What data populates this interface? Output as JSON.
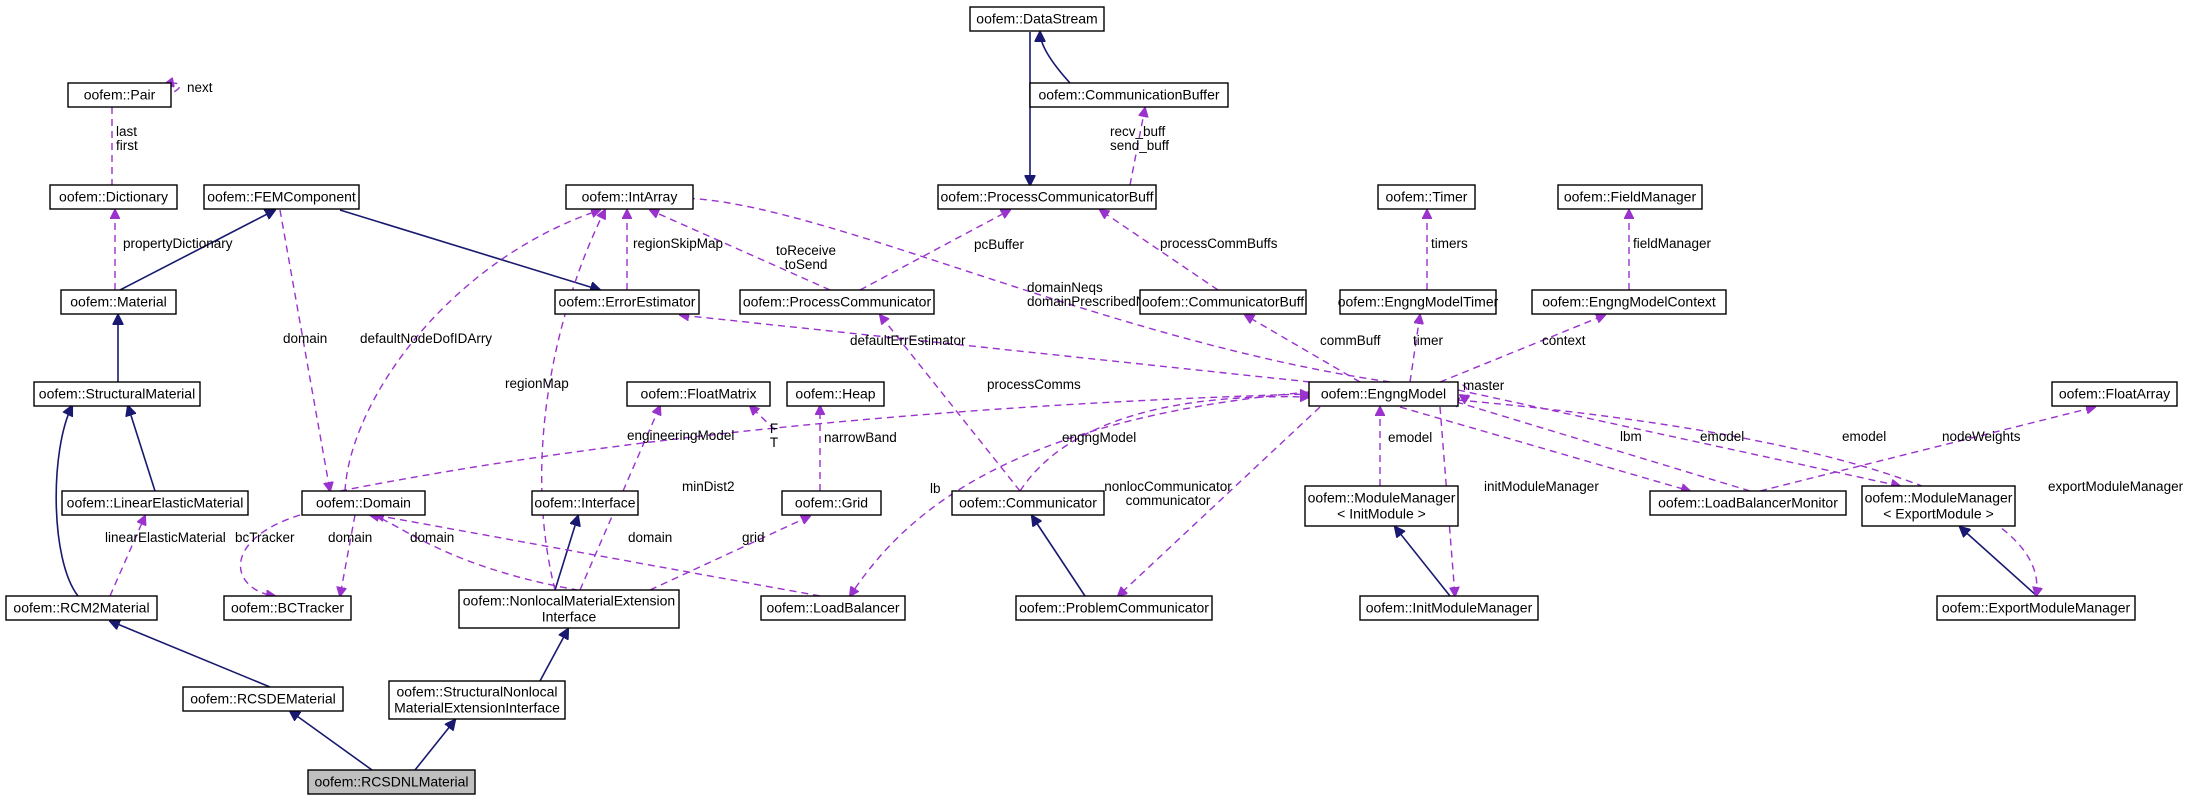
{
  "diagram": {
    "nodes": [
      {
        "id": "datastream",
        "label": "oofem::DataStream"
      },
      {
        "id": "pair",
        "label": "oofem::Pair"
      },
      {
        "id": "commbuffer",
        "label": "oofem::CommunicationBuffer"
      },
      {
        "id": "dictionary",
        "label": "oofem::Dictionary"
      },
      {
        "id": "femcomponent",
        "label": "oofem::FEMComponent"
      },
      {
        "id": "intarray",
        "label": "oofem::IntArray"
      },
      {
        "id": "proccommbuff",
        "label": "oofem::ProcessCommunicatorBuff"
      },
      {
        "id": "timer",
        "label": "oofem::Timer"
      },
      {
        "id": "fieldmanager",
        "label": "oofem::FieldManager"
      },
      {
        "id": "material",
        "label": "oofem::Material"
      },
      {
        "id": "errorestimator",
        "label": "oofem::ErrorEstimator"
      },
      {
        "id": "proccomm",
        "label": "oofem::ProcessCommunicator"
      },
      {
        "id": "communicatorbuff",
        "label": "oofem::CommunicatorBuff"
      },
      {
        "id": "engngmodeltimer",
        "label": "oofem::EngngModelTimer"
      },
      {
        "id": "engngmodelcontext",
        "label": "oofem::EngngModelContext"
      },
      {
        "id": "structmaterial",
        "label": "oofem::StructuralMaterial"
      },
      {
        "id": "floatmatrix",
        "label": "oofem::FloatMatrix"
      },
      {
        "id": "heap",
        "label": "oofem::Heap"
      },
      {
        "id": "engngmodel",
        "label": "oofem::EngngModel"
      },
      {
        "id": "floatarray",
        "label": "oofem::FloatArray"
      },
      {
        "id": "linelastic",
        "label": "oofem::LinearElasticMaterial"
      },
      {
        "id": "domain",
        "label": "oofem::Domain"
      },
      {
        "id": "interface",
        "label": "oofem::Interface"
      },
      {
        "id": "grid",
        "label": "oofem::Grid"
      },
      {
        "id": "communicator",
        "label": "oofem::Communicator"
      },
      {
        "id": "mm_init",
        "label": "oofem::ModuleManager\n< InitModule >"
      },
      {
        "id": "lbmonitor",
        "label": "oofem::LoadBalancerMonitor"
      },
      {
        "id": "mm_export",
        "label": "oofem::ModuleManager\n< ExportModule >"
      },
      {
        "id": "rcm2",
        "label": "oofem::RCM2Material"
      },
      {
        "id": "bctracker",
        "label": "oofem::BCTracker"
      },
      {
        "id": "nonlocalif",
        "label": "oofem::NonlocalMaterialExtension\nInterface"
      },
      {
        "id": "loadbalancer",
        "label": "oofem::LoadBalancer"
      },
      {
        "id": "problemcomm",
        "label": "oofem::ProblemCommunicator"
      },
      {
        "id": "initmm",
        "label": "oofem::InitModuleManager"
      },
      {
        "id": "exportmm",
        "label": "oofem::ExportModuleManager"
      },
      {
        "id": "rcsde",
        "label": "oofem::RCSDEMaterial"
      },
      {
        "id": "structnonlocal",
        "label": "oofem::StructuralNonlocal\nMaterialExtensionInterface"
      },
      {
        "id": "rcsdnl",
        "label": "oofem::RCSDNLMaterial"
      }
    ],
    "edge_labels": [
      {
        "id": "next",
        "text": "next"
      },
      {
        "id": "lastfirst",
        "text": "last\nfirst"
      },
      {
        "id": "recvsend",
        "text": "recv_buff\nsend_buff"
      },
      {
        "id": "propdict",
        "text": "propertyDictionary"
      },
      {
        "id": "regionskip",
        "text": "regionSkipMap"
      },
      {
        "id": "torecv",
        "text": "toReceive\ntoSend"
      },
      {
        "id": "pcbuffer",
        "text": "pcBuffer"
      },
      {
        "id": "proccommbuffs",
        "text": "processCommBuffs"
      },
      {
        "id": "timers",
        "text": "timers"
      },
      {
        "id": "fieldmgr",
        "text": "fieldManager"
      },
      {
        "id": "domainneqs",
        "text": "domainNeqs\ndomainPrescribedNeqs"
      },
      {
        "id": "domain1",
        "text": "domain"
      },
      {
        "id": "defnode",
        "text": "defaultNodeDofIDArry"
      },
      {
        "id": "deferr",
        "text": "defaultErrEstimator"
      },
      {
        "id": "commbuff",
        "text": "commBuff"
      },
      {
        "id": "timer_l",
        "text": "timer"
      },
      {
        "id": "context",
        "text": "context"
      },
      {
        "id": "regionmap",
        "text": "regionMap"
      },
      {
        "id": "proccomms",
        "text": "processComms"
      },
      {
        "id": "master",
        "text": "master"
      },
      {
        "id": "engmodel",
        "text": "engineeringModel"
      },
      {
        "id": "ft",
        "text": "F\nT"
      },
      {
        "id": "narrow",
        "text": "narrowBand"
      },
      {
        "id": "engngmodel_l",
        "text": "engngModel"
      },
      {
        "id": "emodel1",
        "text": "emodel"
      },
      {
        "id": "lbm",
        "text": "lbm"
      },
      {
        "id": "emodel2",
        "text": "emodel"
      },
      {
        "id": "emodel3",
        "text": "emodel"
      },
      {
        "id": "nodeweights",
        "text": "nodeWeights"
      },
      {
        "id": "mindist",
        "text": "minDist2"
      },
      {
        "id": "lb",
        "text": "lb"
      },
      {
        "id": "nonloccomm",
        "text": "nonlocCommunicator\ncommunicator"
      },
      {
        "id": "initmm_l",
        "text": "initModuleManager"
      },
      {
        "id": "exportmm_l",
        "text": "exportModuleManager"
      },
      {
        "id": "linelastic_l",
        "text": "linearElasticMaterial"
      },
      {
        "id": "bctracker_l",
        "text": "bcTracker"
      },
      {
        "id": "domain2",
        "text": "domain"
      },
      {
        "id": "domain3",
        "text": "domain"
      },
      {
        "id": "domain4",
        "text": "domain"
      },
      {
        "id": "grid_l",
        "text": "grid"
      }
    ]
  },
  "colors": {
    "usage_edge": "#9a32cd",
    "inheritance_edge": "#191970",
    "focus_node_fill": "#bfbfbf"
  }
}
